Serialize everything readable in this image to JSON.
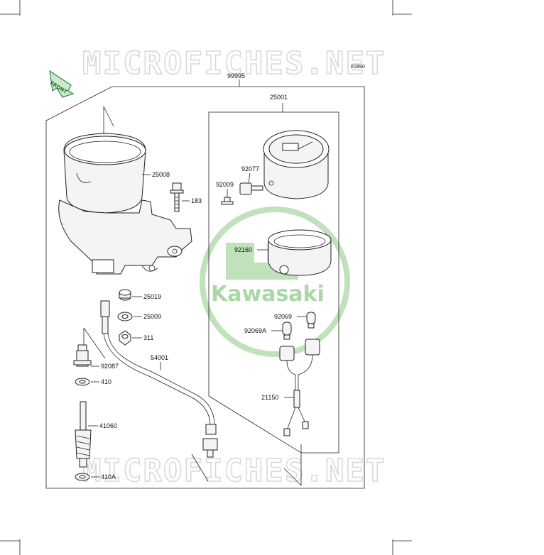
{
  "diagram": {
    "figure_code": "F2890",
    "front_marker": "FRONT",
    "watermark_text": "MICROFICHES.NET",
    "brand_text": "Kawasaki",
    "colors": {
      "frame": "#222222",
      "watermark": "#d9d9d9",
      "brand": "#9fd49a",
      "front_arrow": "#2e8b3a"
    },
    "callouts": {
      "assembly": "99995",
      "meter_assy": "25001",
      "housing_cup": "25008",
      "bolt": "183",
      "screw": "92009",
      "knob": "92077",
      "bezel": "92160",
      "grommet": "25019",
      "washer": "25009",
      "nut": "311",
      "cable": "54001",
      "bushing": "92087",
      "o_ring_upper": "410",
      "gear": "41060",
      "o_ring_lower": "410A",
      "bulb": "92069",
      "bulb_a": "92069A",
      "harness": "21150"
    }
  }
}
